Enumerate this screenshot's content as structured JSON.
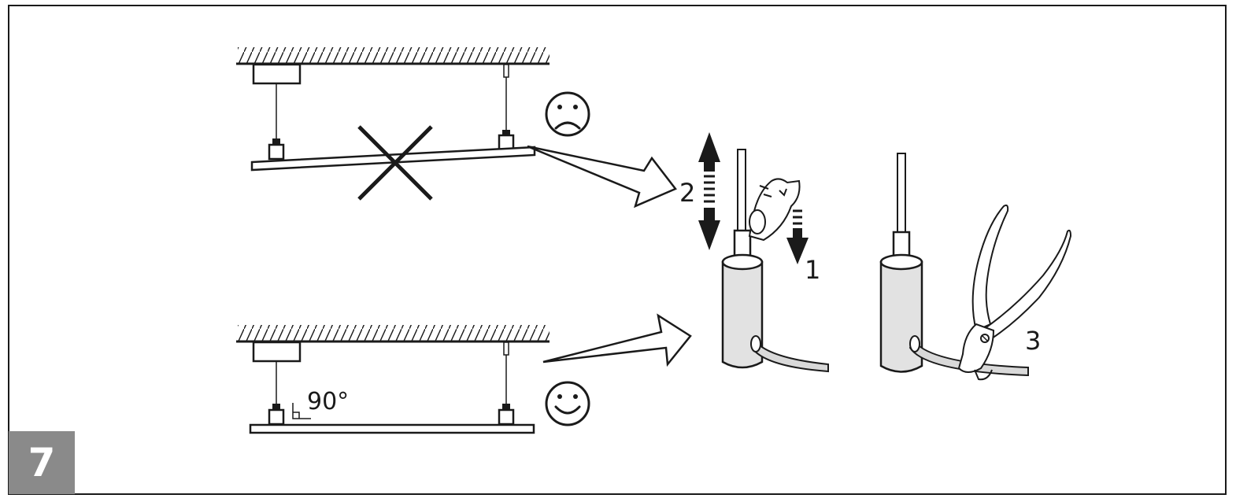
{
  "step_number": "7",
  "labels": {
    "angle": "90°",
    "step_1": "1",
    "step_2": "2",
    "step_3": "3"
  },
  "colors": {
    "line": "#1a1a1a",
    "badge": "#8a8a8a",
    "cylinder": "#e2e2e2",
    "cable": "#d9d9d9"
  }
}
